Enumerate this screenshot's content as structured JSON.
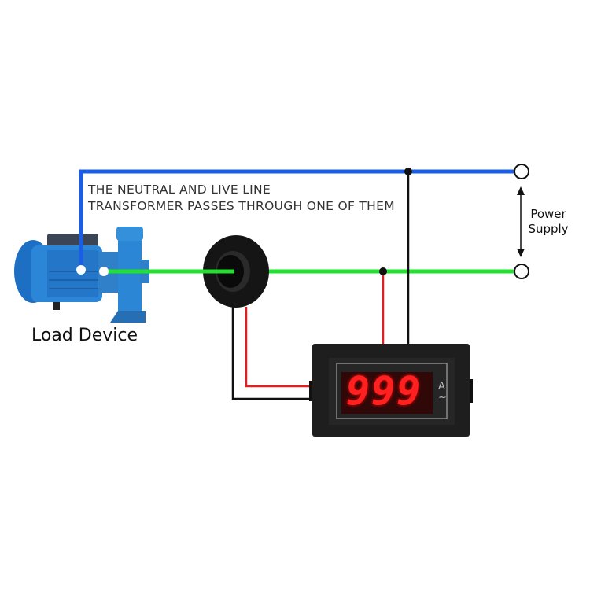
{
  "note": {
    "line1": "THE NEUTRAL AND LIVE LINE",
    "line2": "TRANSFORMER PASSES THROUGH ONE OF THEM"
  },
  "load_device": {
    "label": "Load Device"
  },
  "power_supply": {
    "line1": "Power",
    "line2": "Supply"
  },
  "meter": {
    "reading": "999",
    "unit": "A",
    "ac_symbol": "~"
  },
  "colors": {
    "neutral_wire": "#1a5ee8",
    "live_wire": "#22e030",
    "signal_red": "#e02020",
    "signal_black": "#111111"
  }
}
